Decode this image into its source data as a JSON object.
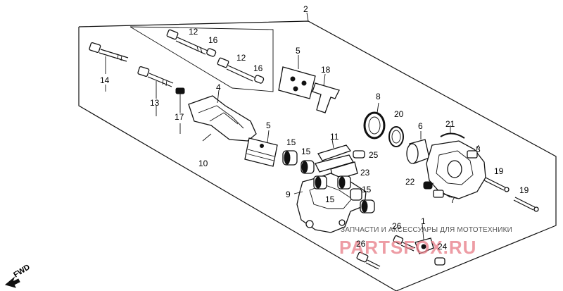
{
  "callouts": [
    {
      "id": "c2",
      "label": "2"
    },
    {
      "id": "c12a",
      "label": "12"
    },
    {
      "id": "c16a",
      "label": "16"
    },
    {
      "id": "c12b",
      "label": "12"
    },
    {
      "id": "c16b",
      "label": "16"
    },
    {
      "id": "c14",
      "label": "14"
    },
    {
      "id": "c13",
      "label": "13"
    },
    {
      "id": "c17",
      "label": "17"
    },
    {
      "id": "c4",
      "label": "4"
    },
    {
      "id": "c10",
      "label": "10"
    },
    {
      "id": "c5a",
      "label": "5"
    },
    {
      "id": "c18",
      "label": "18"
    },
    {
      "id": "c5b",
      "label": "5"
    },
    {
      "id": "c15a",
      "label": "15"
    },
    {
      "id": "c15b",
      "label": "15"
    },
    {
      "id": "c11",
      "label": "11"
    },
    {
      "id": "c25",
      "label": "25"
    },
    {
      "id": "c23",
      "label": "23"
    },
    {
      "id": "c9",
      "label": "9"
    },
    {
      "id": "c15c",
      "label": "15"
    },
    {
      "id": "c15d",
      "label": "15"
    },
    {
      "id": "c8",
      "label": "8"
    },
    {
      "id": "c20",
      "label": "20"
    },
    {
      "id": "c6",
      "label": "6"
    },
    {
      "id": "c21",
      "label": "21"
    },
    {
      "id": "c3",
      "label": "3"
    },
    {
      "id": "c19a",
      "label": "19"
    },
    {
      "id": "c22",
      "label": "22"
    },
    {
      "id": "c7",
      "label": "7"
    },
    {
      "id": "c19b",
      "label": "19"
    },
    {
      "id": "c1",
      "label": "1"
    },
    {
      "id": "c26a",
      "label": "26"
    },
    {
      "id": "c26b",
      "label": "26"
    },
    {
      "id": "c24",
      "label": "24"
    }
  ],
  "fwd_label": "FWD",
  "watermark": {
    "caption": "ЗАПЧАСТИ И АКСЕССУАРЫ ДЛЯ МОТОТЕХНИКИ",
    "brand": "PARTSFOX.RU"
  }
}
